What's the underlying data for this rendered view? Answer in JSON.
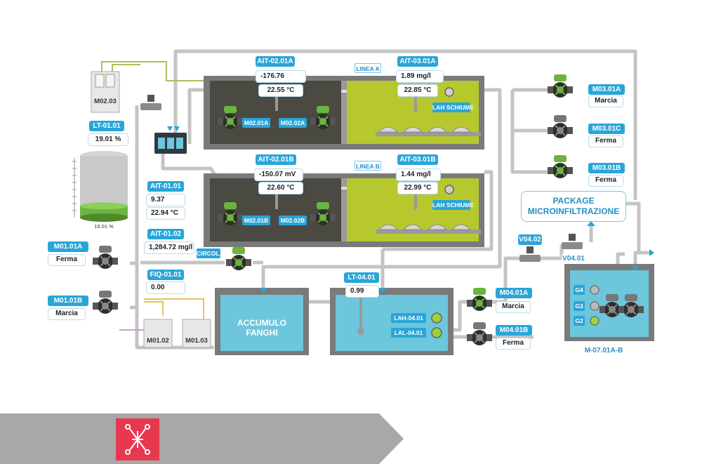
{
  "tags": {
    "ait_0201a": "AIT-02.01A",
    "ait_0301a": "AIT-03.01A",
    "ait_0201b": "AIT-02.01B",
    "ait_0301b": "AIT-03.01B",
    "lt_0101": "LT-01.01",
    "ait_0101": "AIT-01.01",
    "ait_0102": "AIT-01.02",
    "fiq_0101": "FIQ-01.01",
    "lt_0401": "LT-04.01",
    "m0101a": "M01.01A",
    "m0101b": "M01.01B",
    "m0301a": "M03.01A",
    "m0301c": "M03.01C",
    "m0301b": "M03.01B",
    "m0401a": "M04.01A",
    "m0401b": "M04.01B",
    "v0402": "V04.02",
    "v0401": "V04.01"
  },
  "values": {
    "ait_0201a_redox": "-176.76",
    "ait_0201a_temp": "22.55 °C",
    "ait_0301a_do": "1.89 mg/l",
    "ait_0301a_temp": "22.85 °C",
    "ait_0201b_redox": "-150.07 mV",
    "ait_0201b_temp": "22.60 °C",
    "ait_0301b_do": "1.44 mg/l",
    "ait_0301b_temp": "22.99 °C",
    "lt_0101": "19.01 %",
    "tank_level_label": "19.01 %",
    "ait_0101_ph": "9.37",
    "ait_0101_temp": "22.94 °C",
    "ait_0102": "1,284.72 mg/l",
    "fiq_0101": "0.00",
    "lt_0401": "0.99"
  },
  "status": {
    "m0101a": "Ferma",
    "m0101b": "Marcia",
    "m0301a": "Marcia",
    "m0301c": "Ferma",
    "m0301b": "Ferma",
    "m0401a": "Marcia",
    "m0401b": "Ferma"
  },
  "labels": {
    "linea_a": "LINEA A",
    "linea_b": "LINEA B",
    "m0201a": "M02.01A",
    "m0202a": "M02.02A",
    "m0201b": "M02.01B",
    "m0202b": "M02.02B",
    "lah_schiume_a": "LAH SCHIUME",
    "lah_schiume_b": "LAH SCHIUME",
    "lah_0401": "LAH-04.01",
    "lal_0401": "LAL-04.01",
    "circol": "CIRCOL.",
    "accumulo": "ACCUMULO FANGHI",
    "package_line1": "PACKAGE",
    "package_line2": "MICROINFILTRAZIONE",
    "m0203": "M02.03",
    "m0102": "M01.02",
    "m0103": "M01.03",
    "g4": "G4",
    "g3": "G3",
    "g2": "G2",
    "m0701": "M-07.01A-B"
  },
  "level": {
    "tank_fraction": 0.19
  },
  "colors": {
    "tag_blue": "#2aa5d8",
    "pipe_grey": "#c4c4c4",
    "basin_dark": "#4a4a42",
    "basin_green": "#b7c82e",
    "water": "#6cc6dc",
    "pump_green": "#6cb33f",
    "led_green": "#9ad43a",
    "logo_red": "#e63950",
    "footer_grey": "#a8a8a8"
  }
}
